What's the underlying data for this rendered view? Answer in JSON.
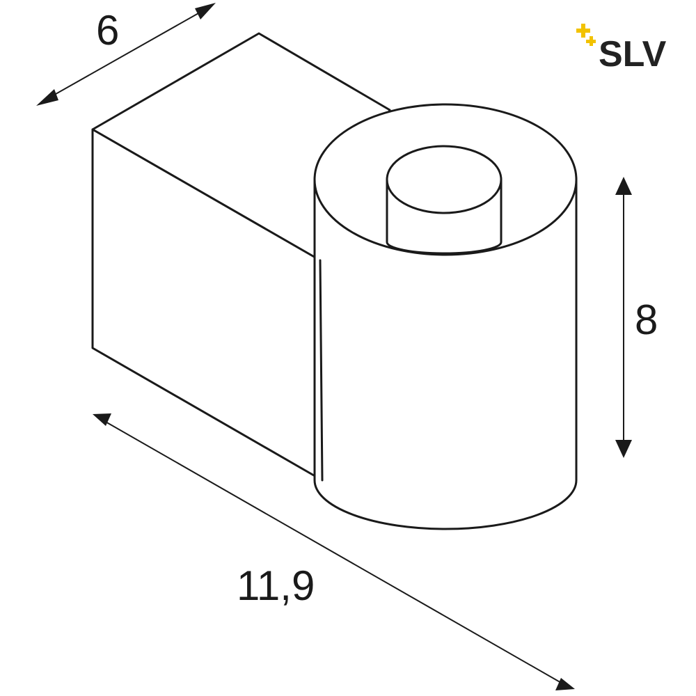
{
  "logo": {
    "text": "SLV",
    "accent_color": "#f2c200",
    "text_color": "#222222",
    "icon": "sparkle-plus-icon"
  },
  "dimensions": {
    "depth": "6",
    "height": "8",
    "width": "11,9"
  },
  "colors": {
    "line": "#1a1a1a",
    "background": "#ffffff"
  }
}
